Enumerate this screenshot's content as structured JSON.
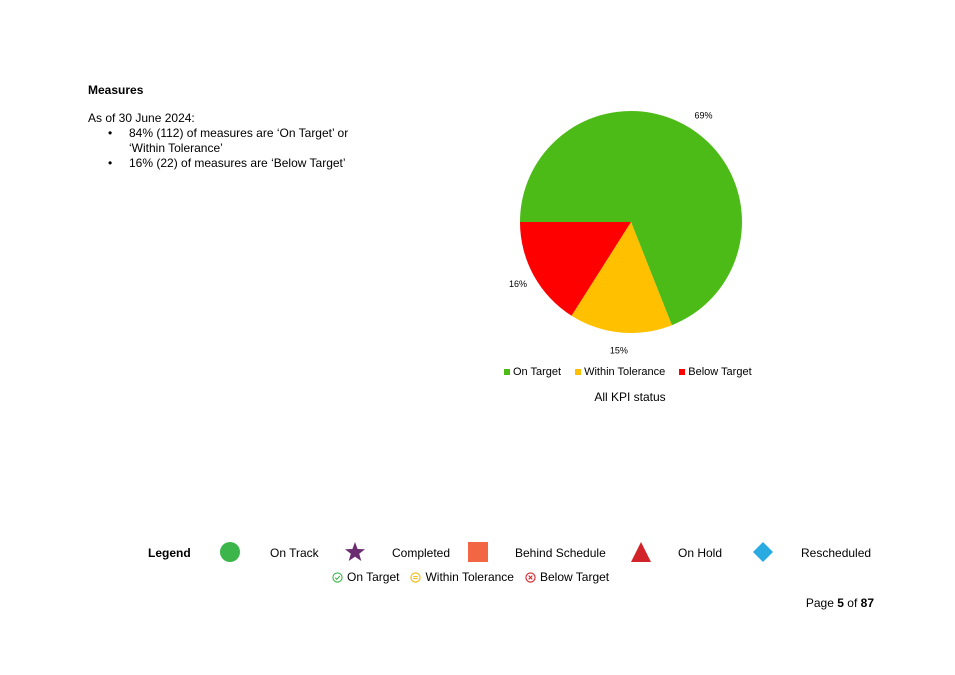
{
  "section": {
    "heading": "Measures",
    "as_of": "As of 30 June 2024:",
    "bullets": [
      "84% (112) of measures are ‘On Target’ or ‘Within Tolerance’",
      "16% (22) of measures are ‘Below Target’"
    ]
  },
  "chart_data": {
    "type": "pie",
    "title": "All KPI status",
    "slices": [
      {
        "label": "On Target",
        "value": 69,
        "display": "69%",
        "color": "#4cbb17"
      },
      {
        "label": "Within Tolerance",
        "value": 15,
        "display": "15%",
        "color": "#ffc000"
      },
      {
        "label": "Below Target",
        "value": 16,
        "display": "16%",
        "color": "#ff0000"
      }
    ],
    "legend_position": "bottom"
  },
  "legend": {
    "title": "Legend",
    "items": [
      {
        "label": "On Track",
        "icon": "green-circle-icon",
        "color": "#3cb54a"
      },
      {
        "label": "Completed",
        "icon": "purple-star-icon",
        "color": "#6b2c70"
      },
      {
        "label": "Behind Schedule",
        "icon": "orange-square-icon",
        "color": "#f26644"
      },
      {
        "label": "On Hold",
        "icon": "red-triangle-icon",
        "color": "#d2232a"
      },
      {
        "label": "Rescheduled",
        "icon": "blue-diamond-icon",
        "color": "#29abe2"
      }
    ],
    "status": [
      {
        "label": "On Target",
        "icon": "check-circle-icon",
        "color": "#3cb54a"
      },
      {
        "label": "Within Tolerance",
        "icon": "neutral-circle-icon",
        "color": "#f2b800"
      },
      {
        "label": "Below Target",
        "icon": "x-circle-icon",
        "color": "#d2232a"
      }
    ]
  },
  "footer": {
    "page_prefix": "Page",
    "page_current": "5",
    "page_of": "of",
    "page_total": "87"
  }
}
